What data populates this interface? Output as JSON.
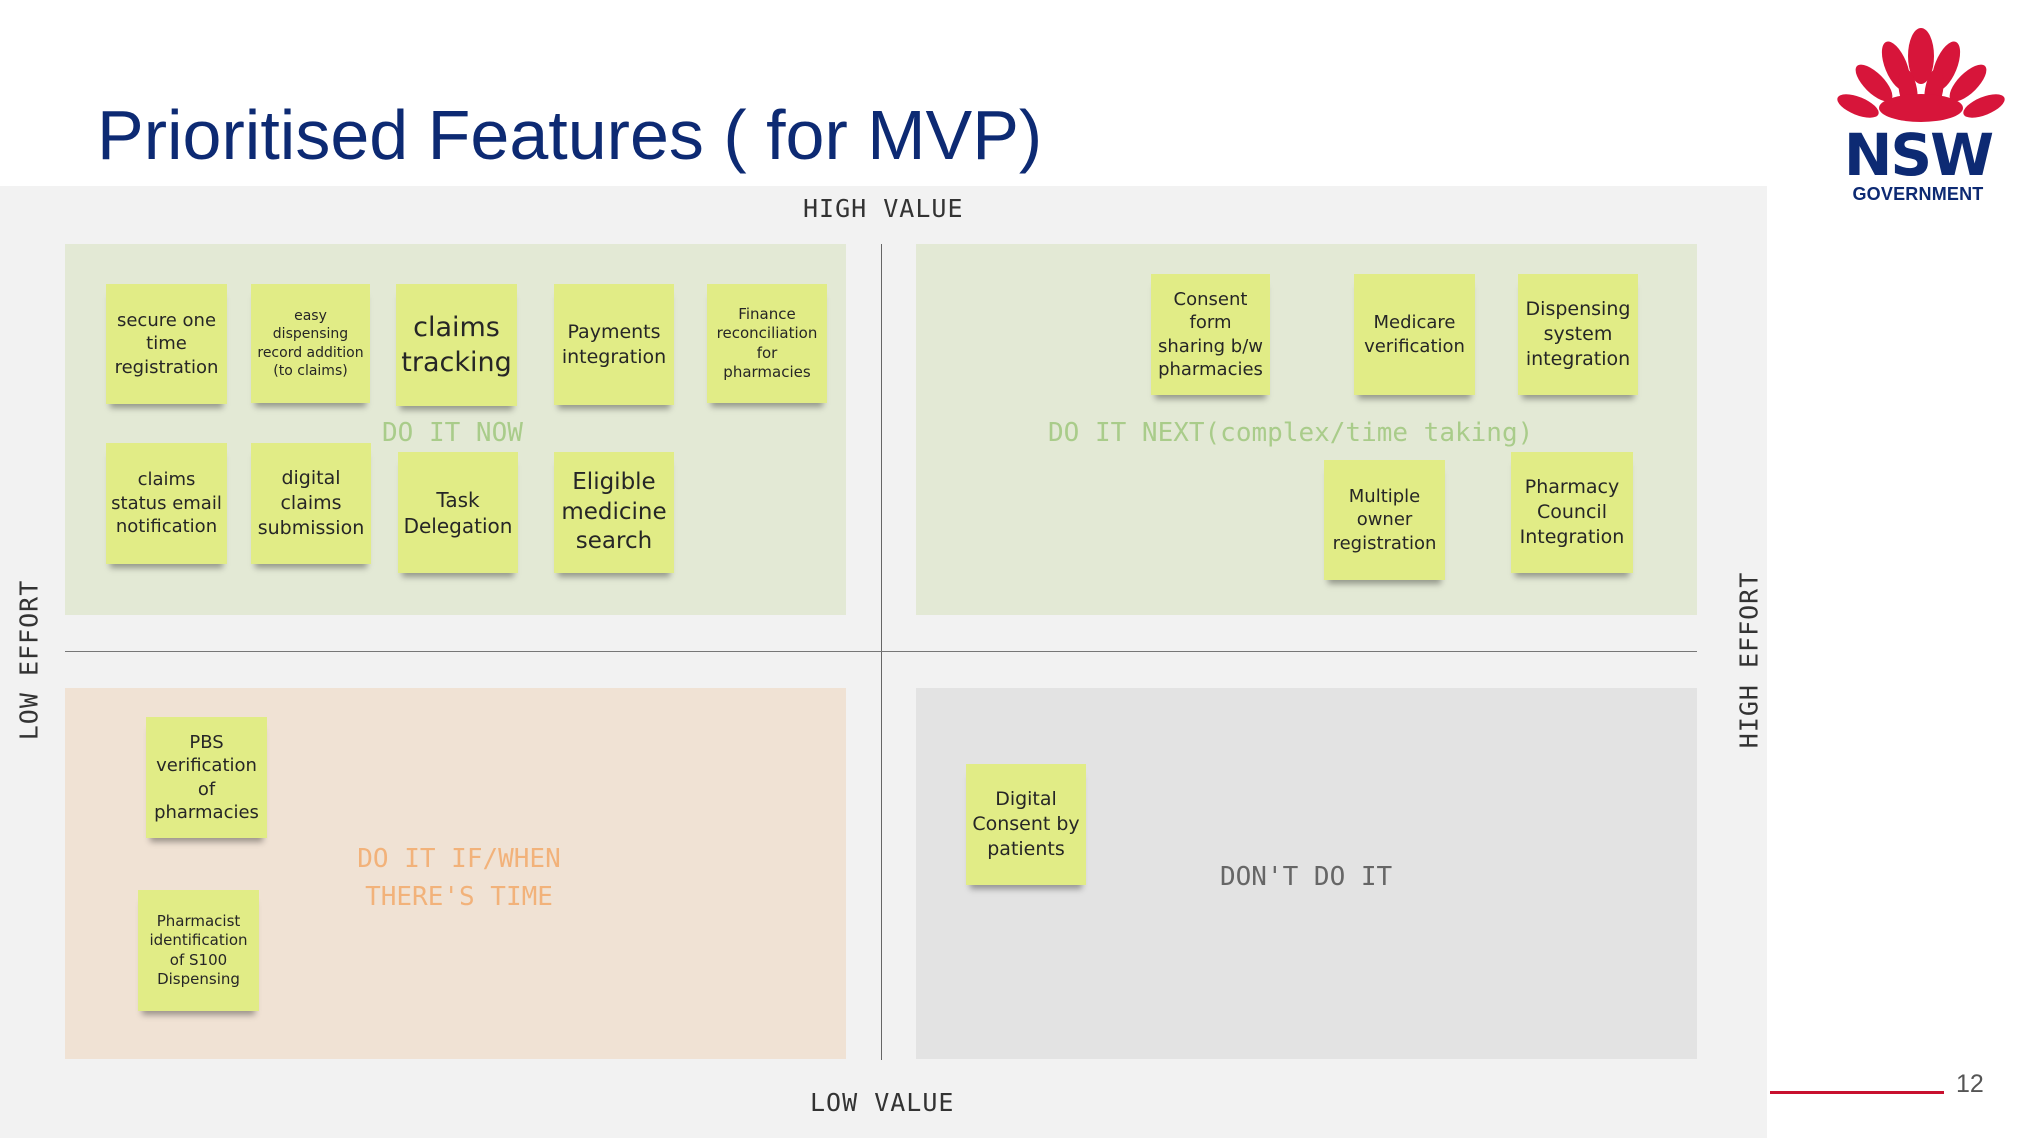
{
  "slide": {
    "title": "Prioritised Features ( for MVP)",
    "page_number": "12"
  },
  "logo": {
    "text": "NSW",
    "subtext": "GOVERNMENT",
    "flower_color": "#d7153a",
    "text_color": "#0d2a73"
  },
  "axes": {
    "top": "HIGH VALUE",
    "bottom": "LOW VALUE",
    "left": "LOW EFFORT",
    "right": "HIGH EFFORT"
  },
  "quadrants": {
    "now": {
      "label": "DO IT NOW",
      "color": "#a9cc8a"
    },
    "next": {
      "label": "DO IT NEXT(complex/time taking)",
      "color": "#a9cc8a"
    },
    "time": {
      "label_line1": "DO IT IF/WHEN",
      "label_line2": "THERE'S TIME",
      "color": "#f2b27a"
    },
    "dont": {
      "label": "DON'T DO IT",
      "color": "#666666"
    }
  },
  "stickies": {
    "now": [
      "secure one time registration",
      "easy dispensing record addition (to claims)",
      "claims tracking",
      "Payments integration",
      "Finance reconciliation for pharmacies",
      "claims status email notification",
      "digital claims submission",
      "Task Delegation",
      "Eligible medicine search"
    ],
    "next": [
      "Consent form sharing b/w pharmacies",
      "Medicare verification",
      "Dispensing system integration",
      "Multiple owner registration",
      "Pharmacy Council Integration"
    ],
    "time": [
      "PBS verification of pharmacies",
      "Pharmacist identification of S100 Dispensing"
    ],
    "dont": [
      "Digital Consent by patients"
    ]
  },
  "sticky_color": "#e1ec86"
}
